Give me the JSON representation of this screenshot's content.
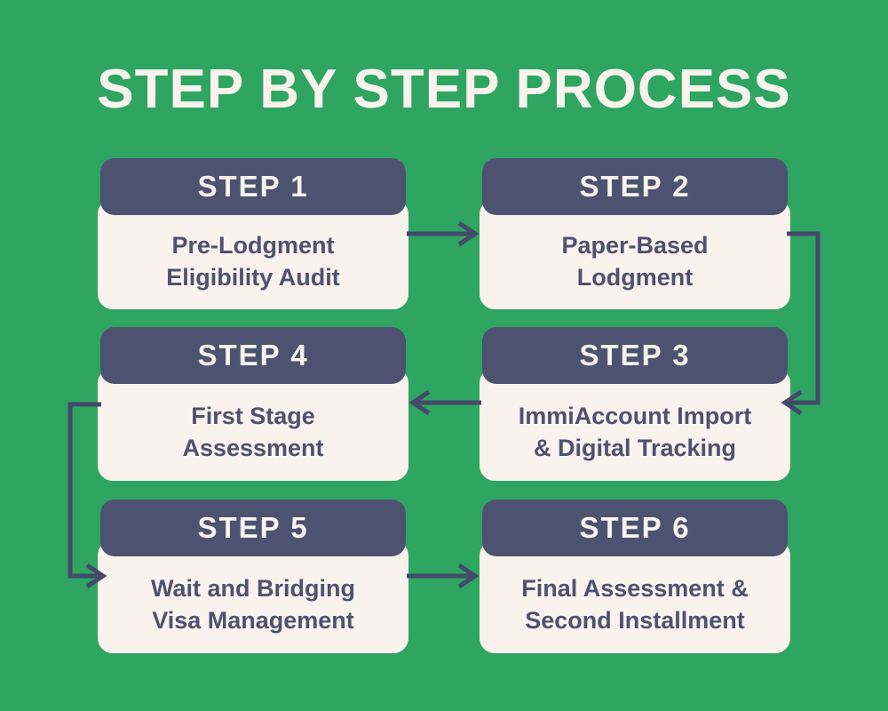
{
  "title": "STEP BY STEP PROCESS",
  "colors": {
    "background": "#2ea561",
    "header_bg": "#4d5270",
    "body_bg": "#faf2ed",
    "text_color": "#4d5270",
    "connector": "#44496a",
    "title_color": "#f8f3ec"
  },
  "steps": [
    {
      "title": "STEP 1",
      "description": "Pre-Lodgment\nEligibility Audit"
    },
    {
      "title": "STEP 2",
      "description": "Paper-Based\nLodgment"
    },
    {
      "title": "STEP 3",
      "description": "ImmiAccount Import\n& Digital Tracking"
    },
    {
      "title": "STEP 4",
      "description": "First Stage\nAssessment"
    },
    {
      "title": "STEP 5",
      "description": "Wait and Bridging\nVisa Management"
    },
    {
      "title": "STEP 6",
      "description": "Final Assessment &\nSecond Installment"
    }
  ],
  "connectors": [
    {
      "from": "STEP 1",
      "to": "STEP 2",
      "direction": "right"
    },
    {
      "from": "STEP 2",
      "to": "STEP 3",
      "direction": "down-right-side"
    },
    {
      "from": "STEP 3",
      "to": "STEP 4",
      "direction": "left"
    },
    {
      "from": "STEP 4",
      "to": "STEP 5",
      "direction": "down-left-side"
    },
    {
      "from": "STEP 5",
      "to": "STEP 6",
      "direction": "right"
    }
  ]
}
